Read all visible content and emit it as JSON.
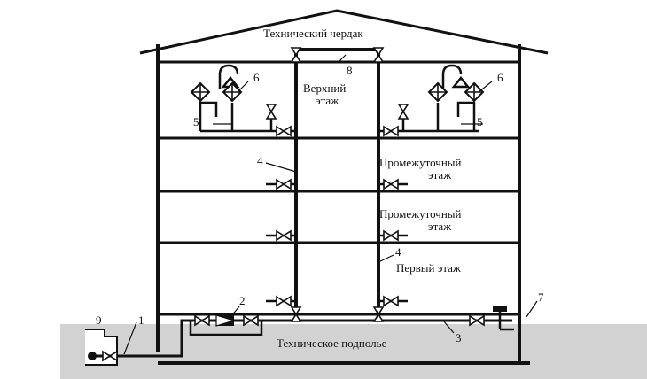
{
  "labels": {
    "attic": "Технический чердак",
    "top_floor_line1": "Верхний",
    "top_floor_line2": "этаж",
    "mid_floor_1_line1": "Промежуточный",
    "mid_floor_1_line2": "этаж",
    "mid_floor_2_line1": "Промежуточный",
    "mid_floor_2_line2": "этаж",
    "first_floor": "Первый этаж",
    "basement": "Техническое подполье"
  },
  "callouts": {
    "n1": "1",
    "n2": "2",
    "n3": "3",
    "n4a": "4",
    "n4b": "4",
    "n5a": "5",
    "n5b": "5",
    "n6a": "6",
    "n6b": "6",
    "n7": "7",
    "n8": "8",
    "n9": "9"
  },
  "colors": {
    "line": "#111111",
    "ground": "#cfcfcf"
  }
}
